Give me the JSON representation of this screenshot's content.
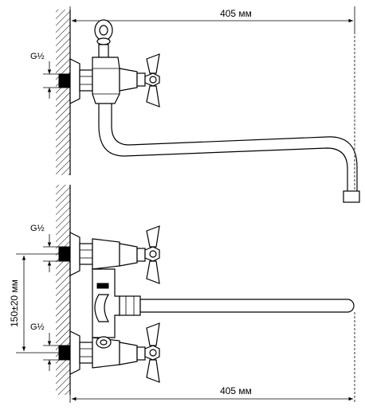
{
  "top_view": {
    "dimension_length": "405 мм",
    "thread_label": "G½"
  },
  "bottom_view": {
    "dimension_length": "405 мм",
    "dimension_spacing": "150±20 мм",
    "thread_label_upper": "G½",
    "thread_label_lower": "G½"
  }
}
